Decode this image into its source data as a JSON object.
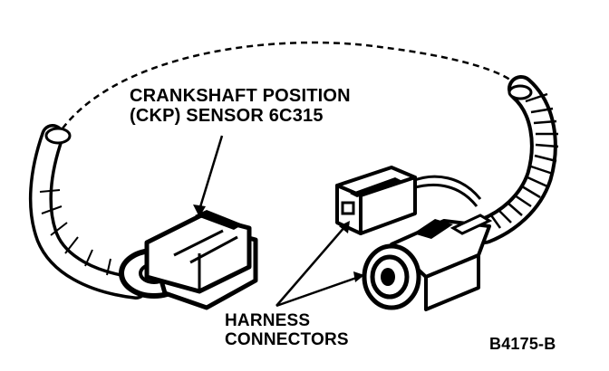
{
  "labels": {
    "sensor_line1": "CRANKSHAFT POSITION",
    "sensor_line2": "(CKP) SENSOR 6C315",
    "harness_line1": "HARNESS",
    "harness_line2": "CONNECTORS",
    "figure_id": "B4175-B"
  },
  "colors": {
    "ink": "#000000",
    "paper": "#ffffff"
  }
}
